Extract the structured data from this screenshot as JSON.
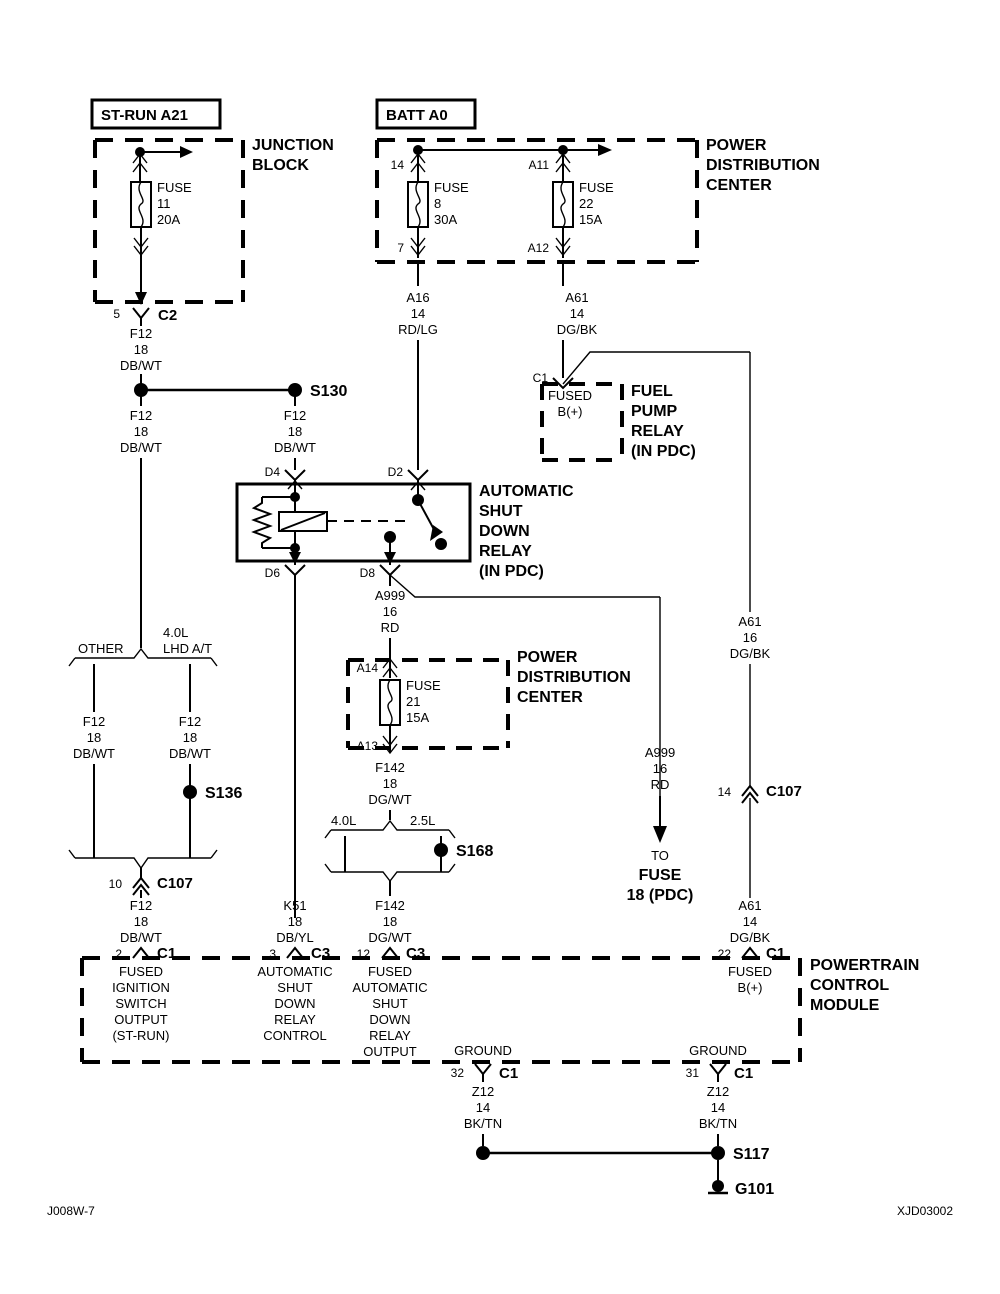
{
  "diagram": {
    "title_blocks": [
      {
        "id": "st-run",
        "label": "ST-RUN A21"
      },
      {
        "id": "batt",
        "label": "BATT A0"
      }
    ],
    "module_labels": {
      "junction_block": [
        "JUNCTION",
        "BLOCK"
      ],
      "power_distribution_center_top": [
        "POWER",
        "DISTRIBUTION",
        "CENTER"
      ],
      "power_distribution_center_mid": [
        "POWER",
        "DISTRIBUTION",
        "CENTER"
      ],
      "fuel_pump_relay": [
        "FUEL",
        "PUMP",
        "RELAY",
        "(IN PDC)"
      ],
      "asd_relay": [
        "AUTOMATIC",
        "SHUT",
        "DOWN",
        "RELAY",
        "(IN PDC)"
      ],
      "pcm": [
        "POWERTRAIN",
        "CONTROL",
        "MODULE"
      ]
    },
    "fuses": [
      {
        "id": "fuse-11",
        "lines": [
          "FUSE",
          "11",
          "20A"
        ],
        "in_pin": "",
        "out_pin": ""
      },
      {
        "id": "fuse-8",
        "lines": [
          "FUSE",
          "8",
          "30A"
        ],
        "in_pin": "14",
        "out_pin": "7"
      },
      {
        "id": "fuse-22",
        "lines": [
          "FUSE",
          "22",
          "15A"
        ],
        "in_pin": "A11",
        "out_pin": "A12"
      },
      {
        "id": "fuse-21",
        "lines": [
          "FUSE",
          "21",
          "15A"
        ],
        "in_pin": "A14",
        "out_pin": "A13"
      }
    ],
    "wires": [
      {
        "id": "w-c2-out",
        "circuit": "F12",
        "gauge": "18",
        "color": "DB/WT"
      },
      {
        "id": "w-s130-left",
        "circuit": "F12",
        "gauge": "18",
        "color": "DB/WT"
      },
      {
        "id": "w-s130-right",
        "circuit": "F12",
        "gauge": "18",
        "color": "DB/WT"
      },
      {
        "id": "w-a16",
        "circuit": "A16",
        "gauge": "14",
        "color": "RD/LG"
      },
      {
        "id": "w-a61-top",
        "circuit": "A61",
        "gauge": "14",
        "color": "DG/BK"
      },
      {
        "id": "w-a999-d8",
        "circuit": "A999",
        "gauge": "16",
        "color": "RD"
      },
      {
        "id": "w-a999-tofuse",
        "circuit": "A999",
        "gauge": "16",
        "color": "RD"
      },
      {
        "id": "w-a61-mid",
        "circuit": "A61",
        "gauge": "16",
        "color": "DG/BK"
      },
      {
        "id": "w-a61-bot",
        "circuit": "A61",
        "gauge": "14",
        "color": "DG/BK"
      },
      {
        "id": "w-other",
        "circuit": "F12",
        "gauge": "18",
        "color": "DB/WT"
      },
      {
        "id": "w-lhd",
        "circuit": "F12",
        "gauge": "18",
        "color": "DB/WT"
      },
      {
        "id": "w-c107-out",
        "circuit": "F12",
        "gauge": "18",
        "color": "DB/WT"
      },
      {
        "id": "w-k51",
        "circuit": "K51",
        "gauge": "18",
        "color": "DB/YL"
      },
      {
        "id": "w-f142-top",
        "circuit": "F142",
        "gauge": "18",
        "color": "DG/WT"
      },
      {
        "id": "w-f142-bot",
        "circuit": "F142",
        "gauge": "18",
        "color": "DG/WT"
      },
      {
        "id": "w-z12-left",
        "circuit": "Z12",
        "gauge": "14",
        "color": "BK/TN"
      },
      {
        "id": "w-z12-right",
        "circuit": "Z12",
        "gauge": "14",
        "color": "BK/TN"
      }
    ],
    "connectors": [
      {
        "id": "c2",
        "pin": "5",
        "name": "C2"
      },
      {
        "id": "c107-left",
        "pin": "10",
        "name": "C107"
      },
      {
        "id": "c107-right",
        "pin": "14",
        "name": "C107"
      },
      {
        "id": "c1-pcm-2",
        "pin": "2",
        "name": "C1"
      },
      {
        "id": "c3-pcm-3",
        "pin": "3",
        "name": "C3"
      },
      {
        "id": "c3-pcm-12",
        "pin": "12",
        "name": "C3"
      },
      {
        "id": "c1-pcm-22",
        "pin": "22",
        "name": "C1"
      },
      {
        "id": "c1-gnd-32",
        "pin": "32",
        "name": "C1"
      },
      {
        "id": "c1-gnd-31",
        "pin": "31",
        "name": "C1"
      },
      {
        "id": "c1-fuelpump",
        "pin": "C1",
        "name": ""
      }
    ],
    "relay_pins": {
      "asd": [
        "D4",
        "D2",
        "D6",
        "D8"
      ]
    },
    "splices": [
      {
        "id": "s130",
        "label": "S130"
      },
      {
        "id": "s136",
        "label": "S136"
      },
      {
        "id": "s168",
        "label": "S168"
      },
      {
        "id": "s117",
        "label": "S117"
      }
    ],
    "ground": {
      "id": "g101",
      "label": "G101"
    },
    "option_labels": [
      {
        "id": "opt-other",
        "label": "OTHER"
      },
      {
        "id": "opt-lhd-top",
        "label": "4.0L"
      },
      {
        "id": "opt-lhd",
        "label": "LHD A/T"
      },
      {
        "id": "opt-40l",
        "label": "4.0L"
      },
      {
        "id": "opt-25l",
        "label": "2.5L"
      }
    ],
    "pcm_terminal_labels": [
      {
        "id": "pcm-fused-ign",
        "lines": [
          "FUSED",
          "IGNITION",
          "SWITCH",
          "OUTPUT",
          "(ST-RUN)"
        ]
      },
      {
        "id": "pcm-asd-ctrl",
        "lines": [
          "AUTOMATIC",
          "SHUT",
          "DOWN",
          "RELAY",
          "CONTROL"
        ]
      },
      {
        "id": "pcm-asd-out",
        "lines": [
          "FUSED",
          "AUTOMATIC",
          "SHUT",
          "DOWN",
          "RELAY",
          "OUTPUT"
        ]
      },
      {
        "id": "pcm-fused-b",
        "lines": [
          "FUSED",
          "B(+)"
        ]
      },
      {
        "id": "pcm-ground-left",
        "lines": [
          "GROUND"
        ]
      },
      {
        "id": "pcm-ground-right",
        "lines": [
          "GROUND"
        ]
      }
    ],
    "fuel_pump_terminal": [
      "FUSED",
      "B(+)"
    ],
    "destination": {
      "id": "to-fuse-18",
      "lines": [
        "TO",
        "FUSE",
        "18 (PDC)"
      ]
    },
    "footer": {
      "left": "J008W-7",
      "right": "XJD03002"
    },
    "colors": {
      "ink": "#000000",
      "background": "#ffffff",
      "thin_rule": "#555555"
    }
  }
}
